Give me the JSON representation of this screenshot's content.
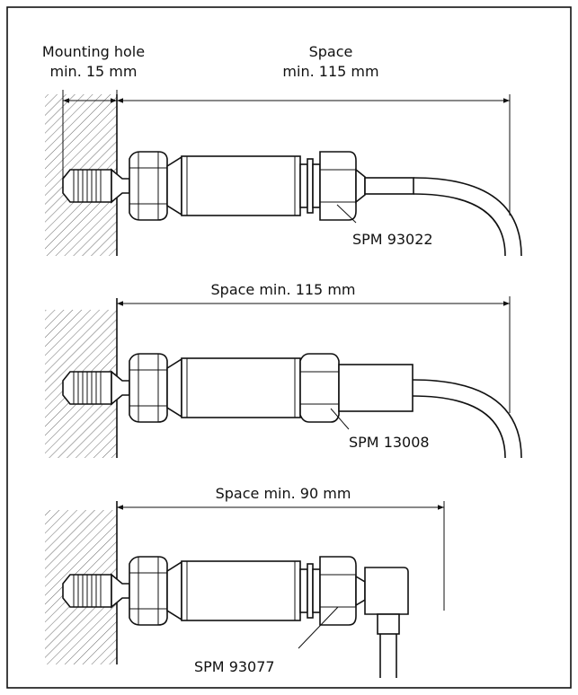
{
  "labels": {
    "mounting_hole_line1": "Mounting hole",
    "mounting_hole_line2": "min. 15 mm",
    "space_line1": "Space",
    "space_line2": "min. 115 mm",
    "space_2": "Space min. 115 mm",
    "space_3": "Space min. 90 mm",
    "part_1": "SPM 93022",
    "part_2": "SPM 13008",
    "part_3": "SPM 93077"
  },
  "colors": {
    "line": "#111111",
    "hatch": "#444444",
    "background": "#ffffff"
  }
}
